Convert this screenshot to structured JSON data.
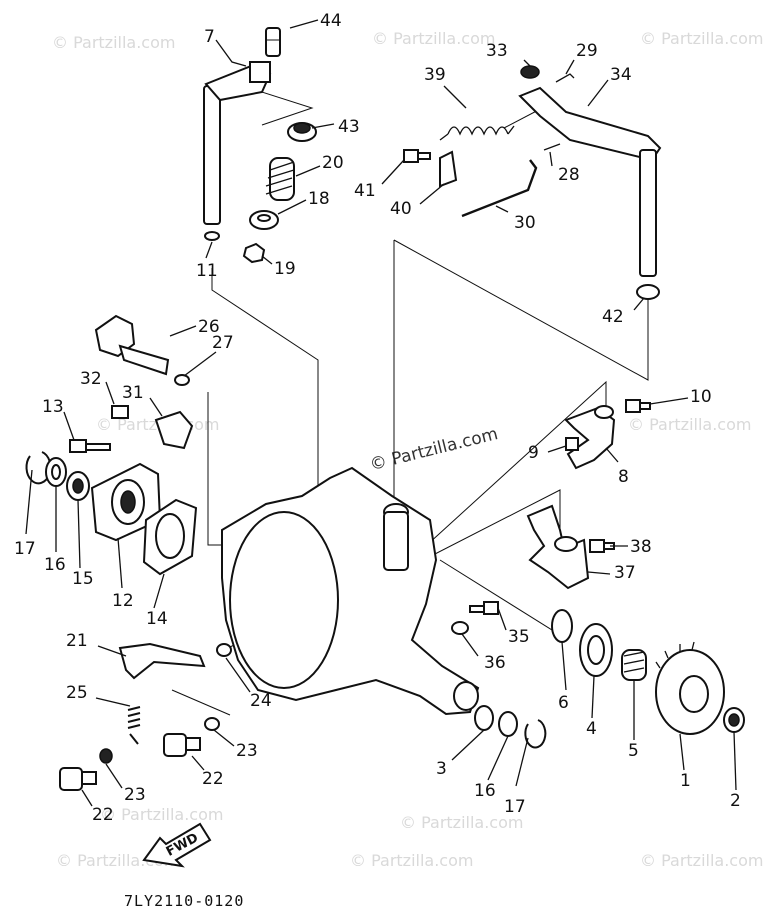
{
  "watermark": "© Partzilla.com",
  "center_watermark": "© Partzilla.com",
  "drawing_code": "7LY2110-0120",
  "fwd_label": "FWD",
  "labels": {
    "p44": "44",
    "p7": "7",
    "p43": "43",
    "p20": "20",
    "p18": "18",
    "p11": "11",
    "p19": "19",
    "p33": "33",
    "p29": "29",
    "p39": "39",
    "p34": "34",
    "p41": "41",
    "p40": "40",
    "p28": "28",
    "p30": "30",
    "p42": "42",
    "p26": "26",
    "p27": "27",
    "p32": "32",
    "p31": "31",
    "p13": "13",
    "p10": "10",
    "p9": "9",
    "p8": "8",
    "p17a": "17",
    "p16a": "16",
    "p15": "15",
    "p12": "12",
    "p14": "14",
    "p38": "38",
    "p37": "37",
    "p35": "35",
    "p36": "36",
    "p21": "21",
    "p24": "24",
    "p6": "6",
    "p4": "4",
    "p5": "5",
    "p1": "1",
    "p2": "2",
    "p25": "25",
    "p23a": "23",
    "p23b": "23",
    "p22a": "22",
    "p22b": "22",
    "p3": "3",
    "p16b": "16",
    "p17b": "17"
  }
}
